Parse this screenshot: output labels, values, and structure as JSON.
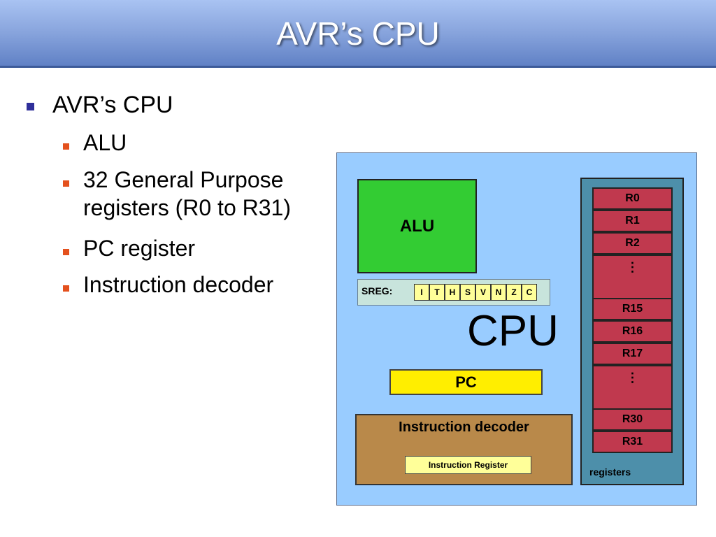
{
  "slide": {
    "title": "AVR’s CPU",
    "bullets": [
      {
        "text": "AVR’s CPU",
        "children": [
          "ALU",
          "32 General Purpose registers (R0 to R31)",
          "PC register",
          "Instruction decoder"
        ]
      }
    ]
  },
  "diagram": {
    "alu_label": "ALU",
    "sreg_label": "SREG:",
    "sreg_flags": [
      "I",
      "T",
      "H",
      "S",
      "V",
      "N",
      "Z",
      "C"
    ],
    "cpu_label": "CPU",
    "pc_label": "PC",
    "decoder_label": "Instruction decoder",
    "instruction_register_label": "Instruction Register",
    "registers": [
      "R0",
      "R1",
      "R2",
      "⋮",
      "R15",
      "R16",
      "R17",
      "⋮",
      "R30",
      "R31"
    ],
    "registers_caption": "registers",
    "colors": {
      "background": "#99ccff",
      "alu": "#33cc33",
      "pc": "#ffee00",
      "decoder": "#b9894a",
      "register_cell": "#c0394e",
      "register_file": "#4d8faa",
      "flag": "#ffff99"
    }
  }
}
